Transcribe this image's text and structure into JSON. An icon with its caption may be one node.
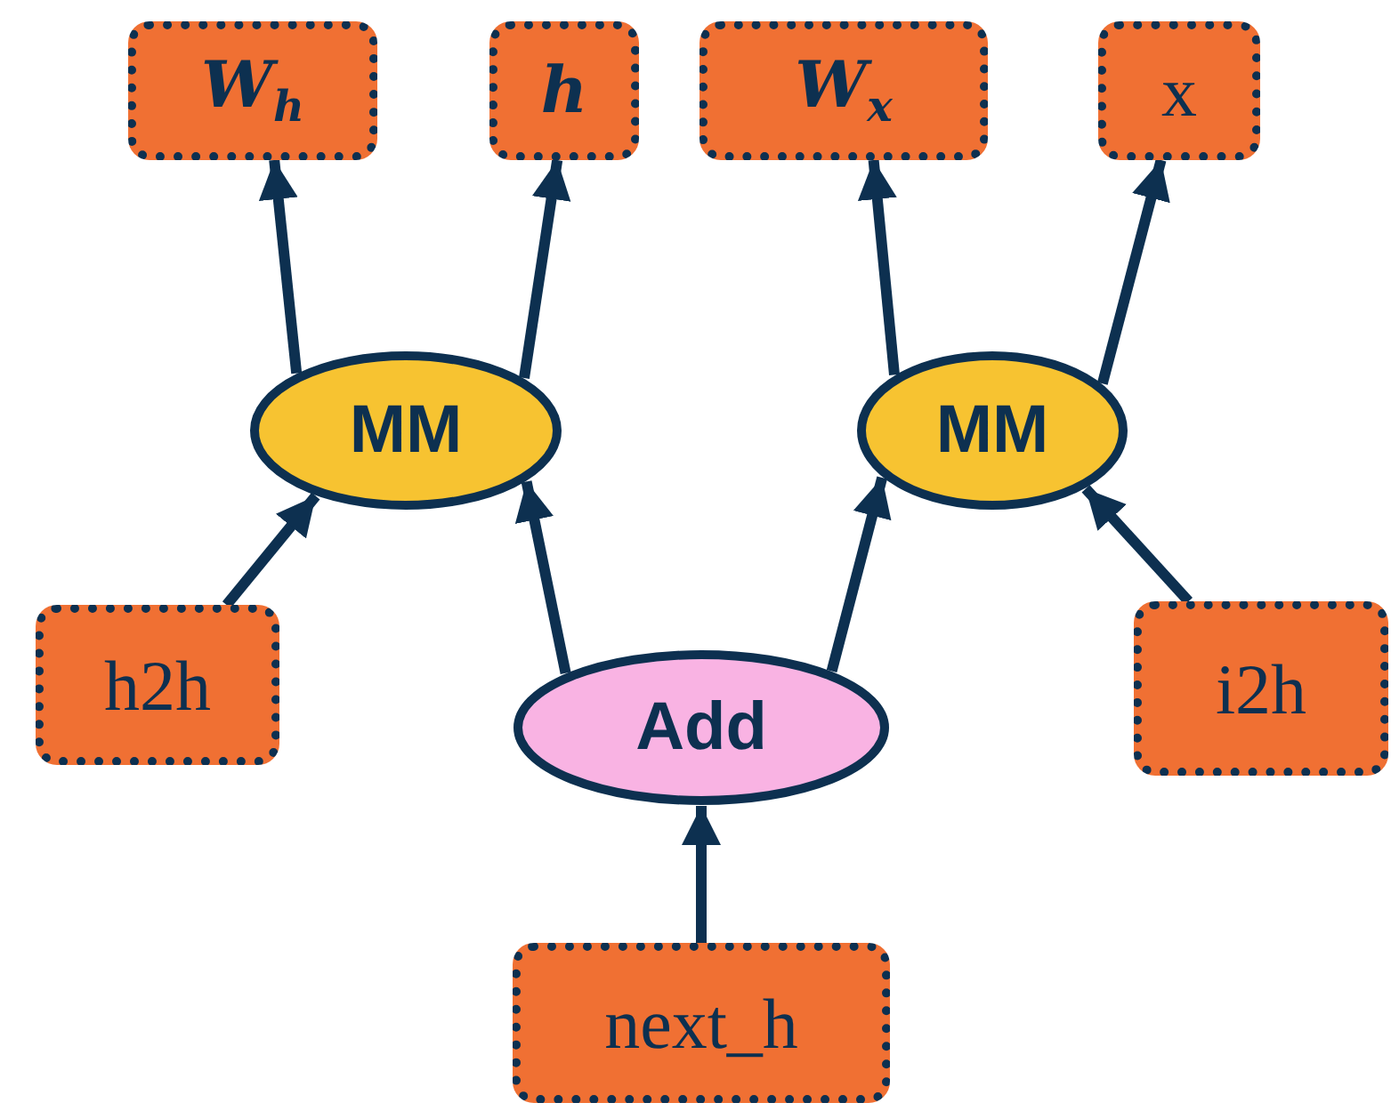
{
  "diagram": {
    "nodes": [
      {
        "text": [
          "W$_{h}$"
        ]
      },
      {
        "text": [
          "h"
        ]
      },
      {
        "text": [
          "W$_{x}$"
        ]
      },
      {
        "text": [
          "x"
        ]
      },
      {
        "text": [
          "MM"
        ]
      },
      {
        "text": [
          "MM"
        ]
      },
      {
        "text": [
          "h2h"
        ]
      },
      {
        "text": [
          "i2h"
        ]
      },
      {
        "text": [
          "Add"
        ]
      },
      {
        "text": [
          "next_h"
        ]
      }
    ],
    "edges": [
      {
        "from": 4,
        "to": 0,
        "arrow": "to"
      },
      {
        "from": 4,
        "to": 1,
        "arrow": "to"
      },
      {
        "from": 5,
        "to": 2,
        "arrow": "to"
      },
      {
        "from": 5,
        "to": 3,
        "arrow": "to"
      },
      {
        "from": 6,
        "to": 4,
        "arrow": "to"
      },
      {
        "from": 8,
        "to": 4,
        "arrow": "to"
      },
      {
        "from": 8,
        "to": 5,
        "arrow": "to"
      },
      {
        "from": 7,
        "to": 5,
        "arrow": "to"
      },
      {
        "from": 9,
        "to": 8,
        "arrow": "to"
      }
    ]
  }
}
